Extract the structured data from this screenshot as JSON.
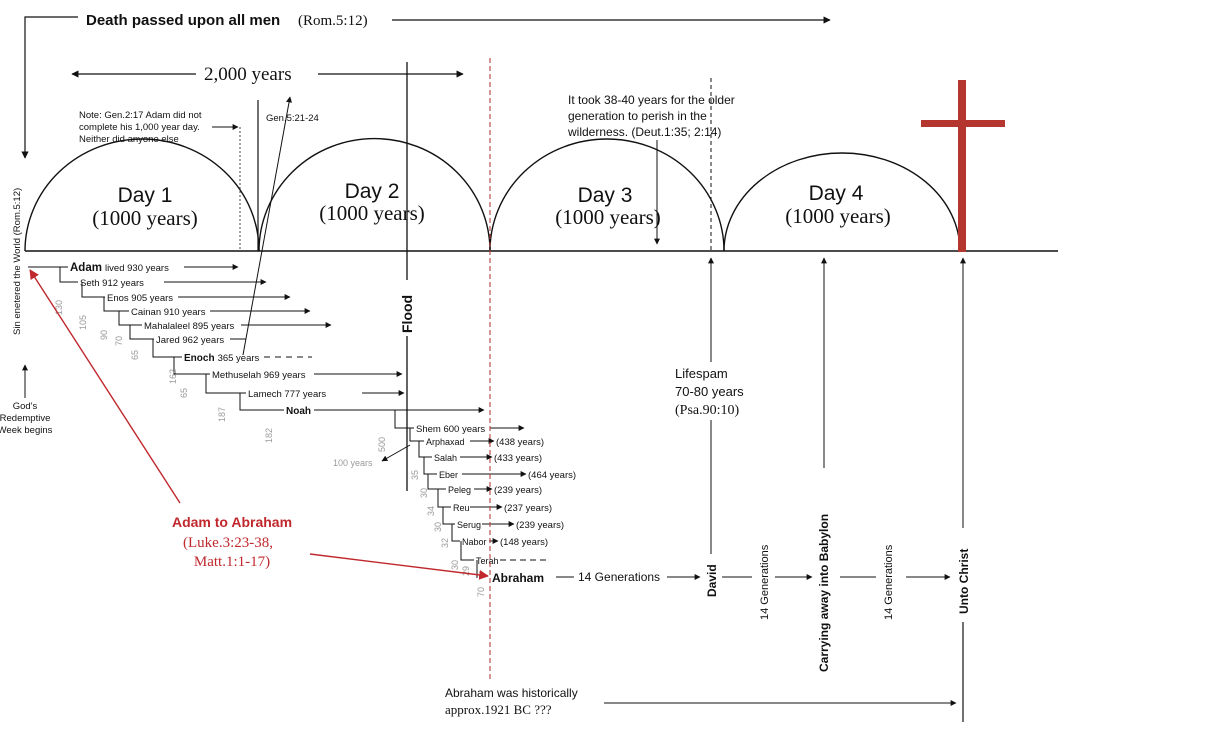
{
  "header": {
    "death_text": "Death passed upon all men",
    "death_ref": "(Rom.5:12)",
    "two_thousand": "2,000 years"
  },
  "notes": {
    "adam_note_1": "Note: Gen.2:17 Adam did not",
    "adam_note_2": "complete his 1,000 year day.",
    "adam_note_3": "Neither did anyone else",
    "gen_ref": "Gen.5:21-24",
    "wilderness_1": "It took 38-40 years for the older",
    "wilderness_2": "generation to perish in the",
    "wilderness_3": "wilderness. (Deut.1:35; 2:14)"
  },
  "days": [
    {
      "label": "Day 1",
      "years": "(1000 years)"
    },
    {
      "label": "Day 2",
      "years": "(1000 years)"
    },
    {
      "label": "Day 3",
      "years": "(1000 years)"
    },
    {
      "label": "Day 4",
      "years": "(1000 years)"
    }
  ],
  "left_side": {
    "sin_text": "Sin enetered the World (Rom.5:12)",
    "redemptive_1": "God's",
    "redemptive_2": "Redemptive",
    "redemptive_3": "Week begins"
  },
  "patriarchs": {
    "adam_name": "Adam",
    "adam_years": "lived 930 years",
    "seth": "Seth 912 years",
    "enos": "Enos 905 years",
    "cainan": "Cainan 910 years",
    "mahalaleel": "Mahalaleel 895 years",
    "jared": "Jared 962 years",
    "enoch_name": "Enoch",
    "enoch_years": "365 years",
    "methuselah": "Methuselah 969 years",
    "lamech": "Lamech 777 years",
    "noah": "Noah",
    "shem": "Shem 600 years",
    "arphaxad": "Arphaxad",
    "arphaxad_years": "(438 years)",
    "salah": "Salah",
    "salah_years": "(433 years)",
    "eber": "Eber",
    "eber_years": "(464 years)",
    "peleg": "Peleg",
    "peleg_years": "(239 years)",
    "reu": "Reu",
    "reu_years": "(237 years)",
    "serug": "Serug",
    "serug_years": "(239 years)",
    "nabor": "Nabor",
    "nabor_years": "(148 years)",
    "terah": "Terah",
    "abraham": "Abraham"
  },
  "begat_ages": {
    "a130": "130",
    "a105": "105",
    "a90": "90",
    "a70": "70",
    "a65": "65",
    "a162": "162",
    "a65b": "65",
    "a187": "187",
    "a182": "182",
    "a500": "500",
    "a100": "100 years",
    "a35": "35",
    "a30": "30",
    "a34": "34",
    "a30b": "30",
    "a32": "32",
    "a30c": "30",
    "a29": "29",
    "a70b": "70"
  },
  "adam_to_abraham": {
    "title": "Adam to Abraham",
    "ref1": "(Luke.3:23-38,",
    "ref2": "Matt.1:1-17)"
  },
  "flood": "Flood",
  "generations": {
    "gen_14_a": "14 Generations",
    "david": "David",
    "gen_14_b": "14 Generations",
    "babylon": "Carrying away into Babylon",
    "gen_14_c": "14 Generations",
    "christ": "Unto Christ"
  },
  "lifespan": {
    "line1": "Lifespam",
    "line2": "70-80 years",
    "line3": "(Psa.90:10)"
  },
  "abraham_date": {
    "line1": "Abraham was historically",
    "line2": "approx.1921 BC ???"
  },
  "colors": {
    "cross": "#b5352f",
    "red_text": "#c0282d",
    "dashed_red": "#b04040"
  }
}
